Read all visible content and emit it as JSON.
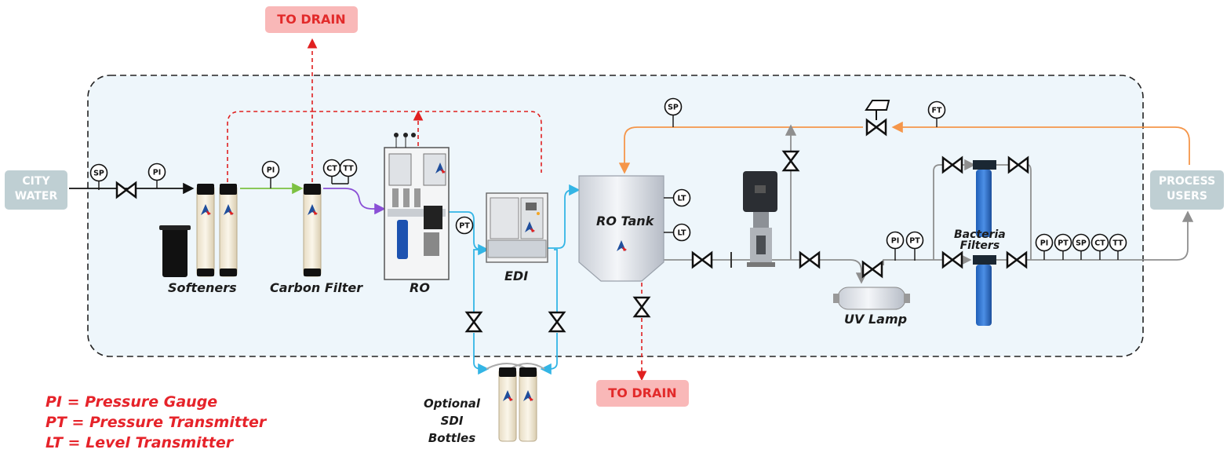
{
  "terminals": {
    "city_water": [
      "CITY",
      "WATER"
    ],
    "process_users": [
      "PROCESS",
      "USERS"
    ]
  },
  "drains": {
    "top": "TO DRAIN",
    "bottom": "TO DRAIN"
  },
  "equipment": {
    "softeners": "Softeners",
    "carbon_filter": "Carbon Filter",
    "ro": "RO",
    "edi": "EDI",
    "ro_tank": "RO Tank",
    "uv_lamp": "UV Lamp",
    "bacteria_filters": [
      "Bacteria",
      "Filters"
    ],
    "sdi_bottles": [
      "Optional",
      "SDI",
      "Bottles"
    ]
  },
  "instruments": {
    "sp_inlet": "SP",
    "pi_inlet": "PI",
    "pi_softener": "PI",
    "ct_carbon": "CT",
    "tt_carbon": "TT",
    "pt_ro": "PT",
    "lt_high": "LT",
    "lt_low": "LT",
    "sp_return": "SP",
    "ft_return": "FT",
    "pi_uv": "PI",
    "pt_uv": "PT",
    "pi_out": "PI",
    "pt_out": "PT",
    "sp_out": "SP",
    "ct_out": "CT",
    "tt_out": "TT"
  },
  "legend": [
    "PI = Pressure Gauge",
    "PT = Pressure Transmitter",
    "LT = Level Transmitter"
  ],
  "colors": {
    "boundary_fill": "#eef6fb",
    "drain_line": "#e02020",
    "ro_feed_line": "#8a4fd6",
    "softened_line": "#7cc142",
    "permeate_line": "#33b5e5",
    "return_line": "#f5964a",
    "product_line": "#8f8f8f"
  }
}
